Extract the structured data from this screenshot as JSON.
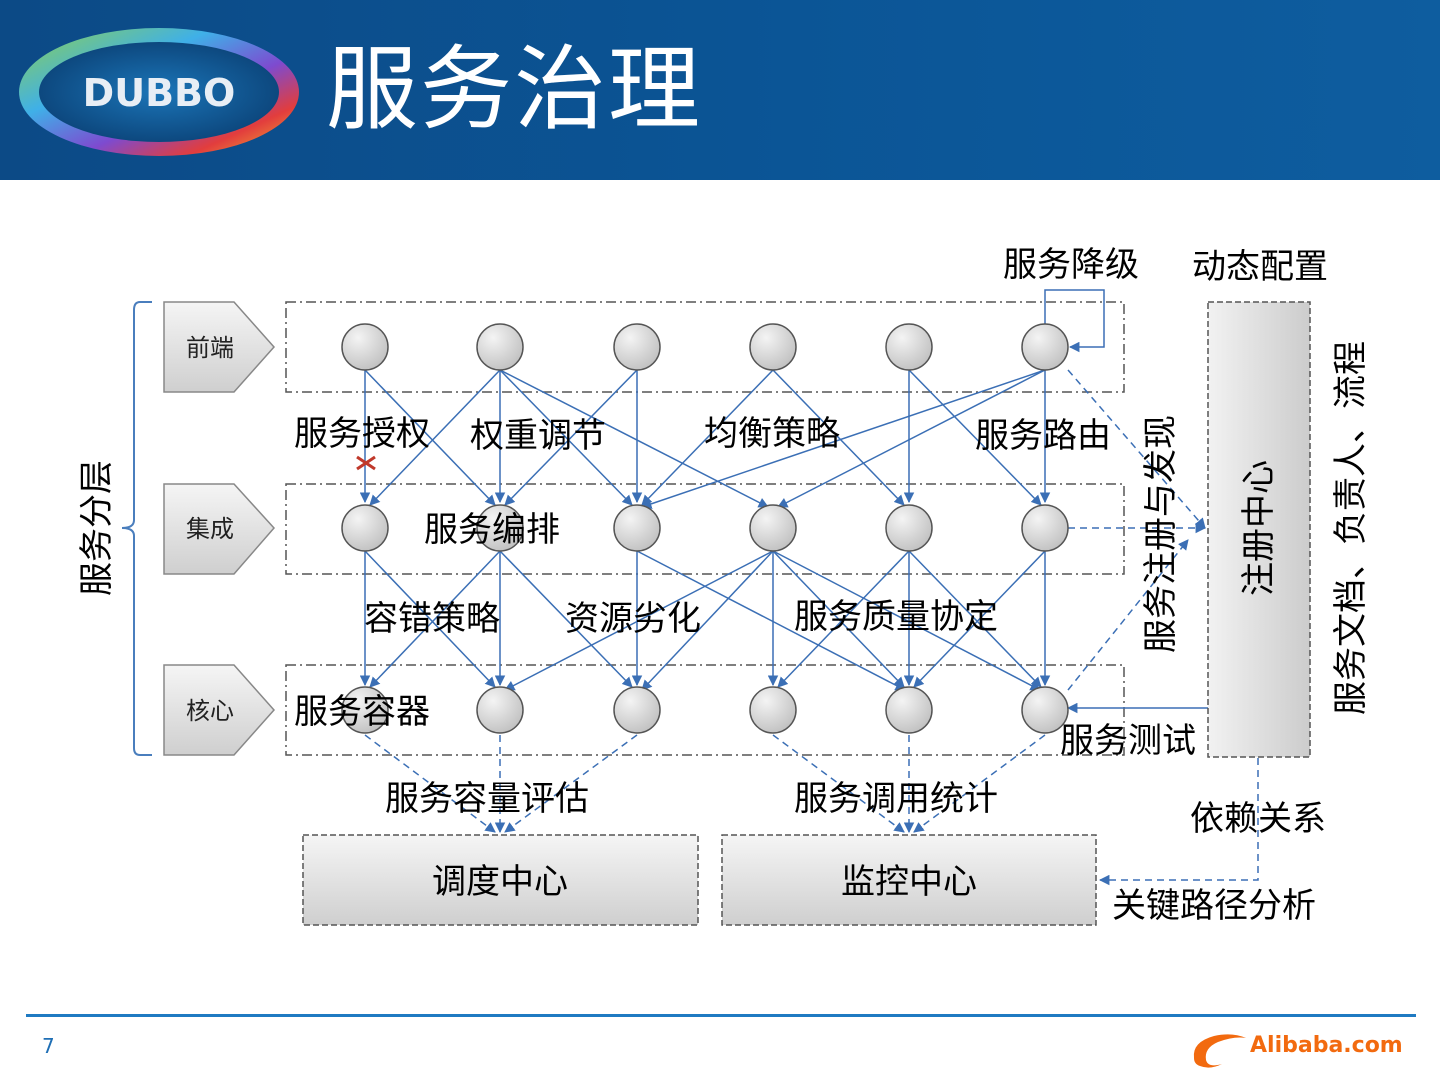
{
  "slide": {
    "title": "服务治理",
    "page_number": "7",
    "logo_text": "DUBBO",
    "brand_text": "Alibaba.com"
  },
  "colors": {
    "header_bg": "#0b5596",
    "arrow": "#3b6fb5",
    "node_fill": "#d9d9d9",
    "footer_line": "#1f7ac2",
    "brand_orange": "#f26a0f"
  },
  "tiers": [
    "前端",
    "集成",
    "核心"
  ],
  "layers_label": "服务分层",
  "edge_labels": {
    "auth": "服务授权",
    "weight": "权重调节",
    "balance": "均衡策略",
    "route": "服务路由",
    "orchestrate": "服务编排",
    "fault": "容错策略",
    "degrade_res": "资源劣化",
    "qos": "服务质量协定",
    "container": "服务容器",
    "capacity": "服务容量评估",
    "stats": "服务调用统计",
    "downgrade": "服务降级",
    "test": "服务测试",
    "reg_discover": "服务注册与发现"
  },
  "right_labels": {
    "dynamic_config": "动态配置",
    "docs": "服务文档、负责人、流程",
    "dependency": "依赖关系",
    "critical_path": "关键路径分析"
  },
  "boxes": {
    "registry": "注册中心",
    "scheduler": "调度中心",
    "monitor": "监控中心"
  }
}
